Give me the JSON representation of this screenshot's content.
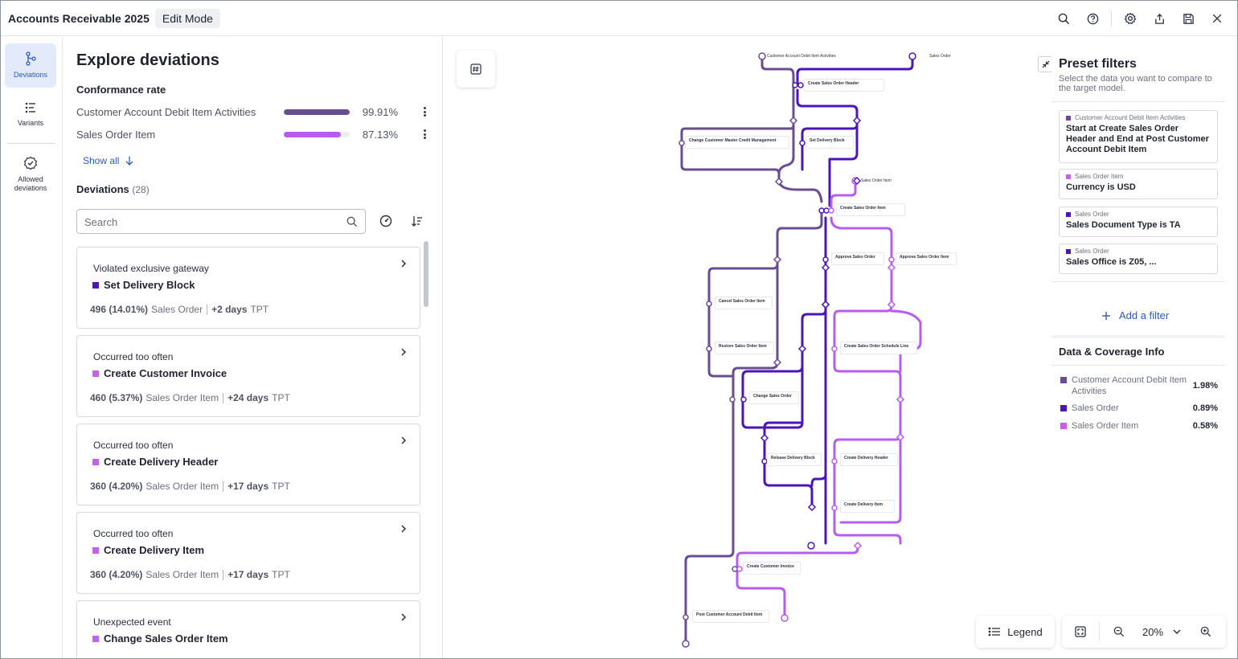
{
  "app": {
    "title": "Accounts Receivable 2025",
    "mode": "Edit Mode"
  },
  "rail": {
    "items": [
      {
        "label": "Deviations",
        "icon": "deviations-icon",
        "active": true
      },
      {
        "label": "Variants",
        "icon": "variants-icon",
        "active": false
      },
      {
        "label": "Allowed deviations",
        "icon": "allowed-deviations-icon",
        "active": false
      }
    ]
  },
  "panel": {
    "title": "Explore deviations",
    "conformance": {
      "title": "Conformance rate",
      "rows": [
        {
          "name": "Customer Account Debit Item Activities",
          "value": "99.91%",
          "fraction": 0.9991,
          "color": "#6a4c93"
        },
        {
          "name": "Sales Order Item",
          "value": "87.13%",
          "fraction": 0.8713,
          "color": "#b65cf0"
        }
      ],
      "show_all": "Show all"
    },
    "deviations": {
      "title": "Deviations",
      "count": "(28)",
      "search_placeholder": "Search",
      "cards": [
        {
          "kind": "Violated exclusive gateway",
          "activity": "Set Delivery Block",
          "color": "#4b16b8",
          "count": "496 (14.01%)",
          "object": "Sales Order",
          "tpt_value": "+2 days",
          "tpt_label": "TPT"
        },
        {
          "kind": "Occurred too often",
          "activity": "Create Customer Invoice",
          "color": "#c45ff0",
          "count": "460 (5.37%)",
          "object": "Sales Order Item",
          "tpt_value": "+24 days",
          "tpt_label": "TPT"
        },
        {
          "kind": "Occurred too often",
          "activity": "Create Delivery Header",
          "color": "#c45ff0",
          "count": "360 (4.20%)",
          "object": "Sales Order Item",
          "tpt_value": "+17 days",
          "tpt_label": "TPT"
        },
        {
          "kind": "Occurred too often",
          "activity": "Create Delivery Item",
          "color": "#c45ff0",
          "count": "360 (4.20%)",
          "object": "Sales Order Item",
          "tpt_value": "+17 days",
          "tpt_label": "TPT"
        },
        {
          "kind": "Unexpected event",
          "activity": "Change Sales Order Item",
          "color": "#c45ff0",
          "count": "",
          "object": "",
          "tpt_value": "",
          "tpt_label": ""
        }
      ]
    }
  },
  "graph": {
    "colors": {
      "cadia": "#6a4c93",
      "so": "#4b16b8",
      "soi": "#b65cf0"
    },
    "start_labels": [
      "Customer Account Debit Item Activities",
      "Sales Order",
      "Sales Order Item"
    ],
    "nodes": [
      {
        "id": "create-sales-order-header",
        "label": "Create Sales Order Header"
      },
      {
        "id": "change-customer-master-credit-management",
        "label": "Change Customer Master Credit Management"
      },
      {
        "id": "set-delivery-block",
        "label": "Set Delivery Block"
      },
      {
        "id": "create-sales-order-item",
        "label": "Create Sales Order Item"
      },
      {
        "id": "approve-sales-order",
        "label": "Approve Sales Order"
      },
      {
        "id": "approve-sales-order-item",
        "label": "Approve Sales Order Item"
      },
      {
        "id": "cancel-sales-order-item",
        "label": "Cancel Sales Order Item"
      },
      {
        "id": "restore-sales-order-item",
        "label": "Restore Sales Order Item"
      },
      {
        "id": "create-sales-order-schedule-line",
        "label": "Create Sales Order Schedule Line"
      },
      {
        "id": "change-sales-order",
        "label": "Change Sales Order"
      },
      {
        "id": "release-delivery-block",
        "label": "Release Delivery Block"
      },
      {
        "id": "create-delivery-header",
        "label": "Create Delivery Header"
      },
      {
        "id": "create-delivery-item",
        "label": "Create Delivery Item"
      },
      {
        "id": "create-customer-invoice",
        "label": "Create Customer Invoice"
      },
      {
        "id": "post-customer-account-debit-item",
        "label": "Post Customer Account Debit Item"
      }
    ]
  },
  "filters": {
    "title": "Preset filters",
    "subtitle": "Select the data you want to compare to the target model.",
    "items": [
      {
        "source": "Customer Account Debit Item Activities",
        "value": "Start at Create Sales Order Header and End at Post Customer Account Debit Item",
        "color": "#6a4c93"
      },
      {
        "source": "Sales Order Item",
        "value": "Currency is USD",
        "color": "#c45ff0"
      },
      {
        "source": "Sales Order",
        "value": "Sales Document Type is TA",
        "color": "#4b16b8"
      },
      {
        "source": "Sales Order",
        "value": "Sales Office is Z05, ...",
        "color": "#4b16b8"
      }
    ],
    "add_label": "Add a filter"
  },
  "coverage": {
    "title": "Data & Coverage Info",
    "rows": [
      {
        "name": "Customer Account Debit Item Activities",
        "value": "1.98%",
        "color": "#6a4c93"
      },
      {
        "name": "Sales Order",
        "value": "0.89%",
        "color": "#4b16b8"
      },
      {
        "name": "Sales Order Item",
        "value": "0.58%",
        "color": "#c45ff0"
      }
    ]
  },
  "controls": {
    "legend_label": "Legend",
    "zoom": "20%"
  }
}
